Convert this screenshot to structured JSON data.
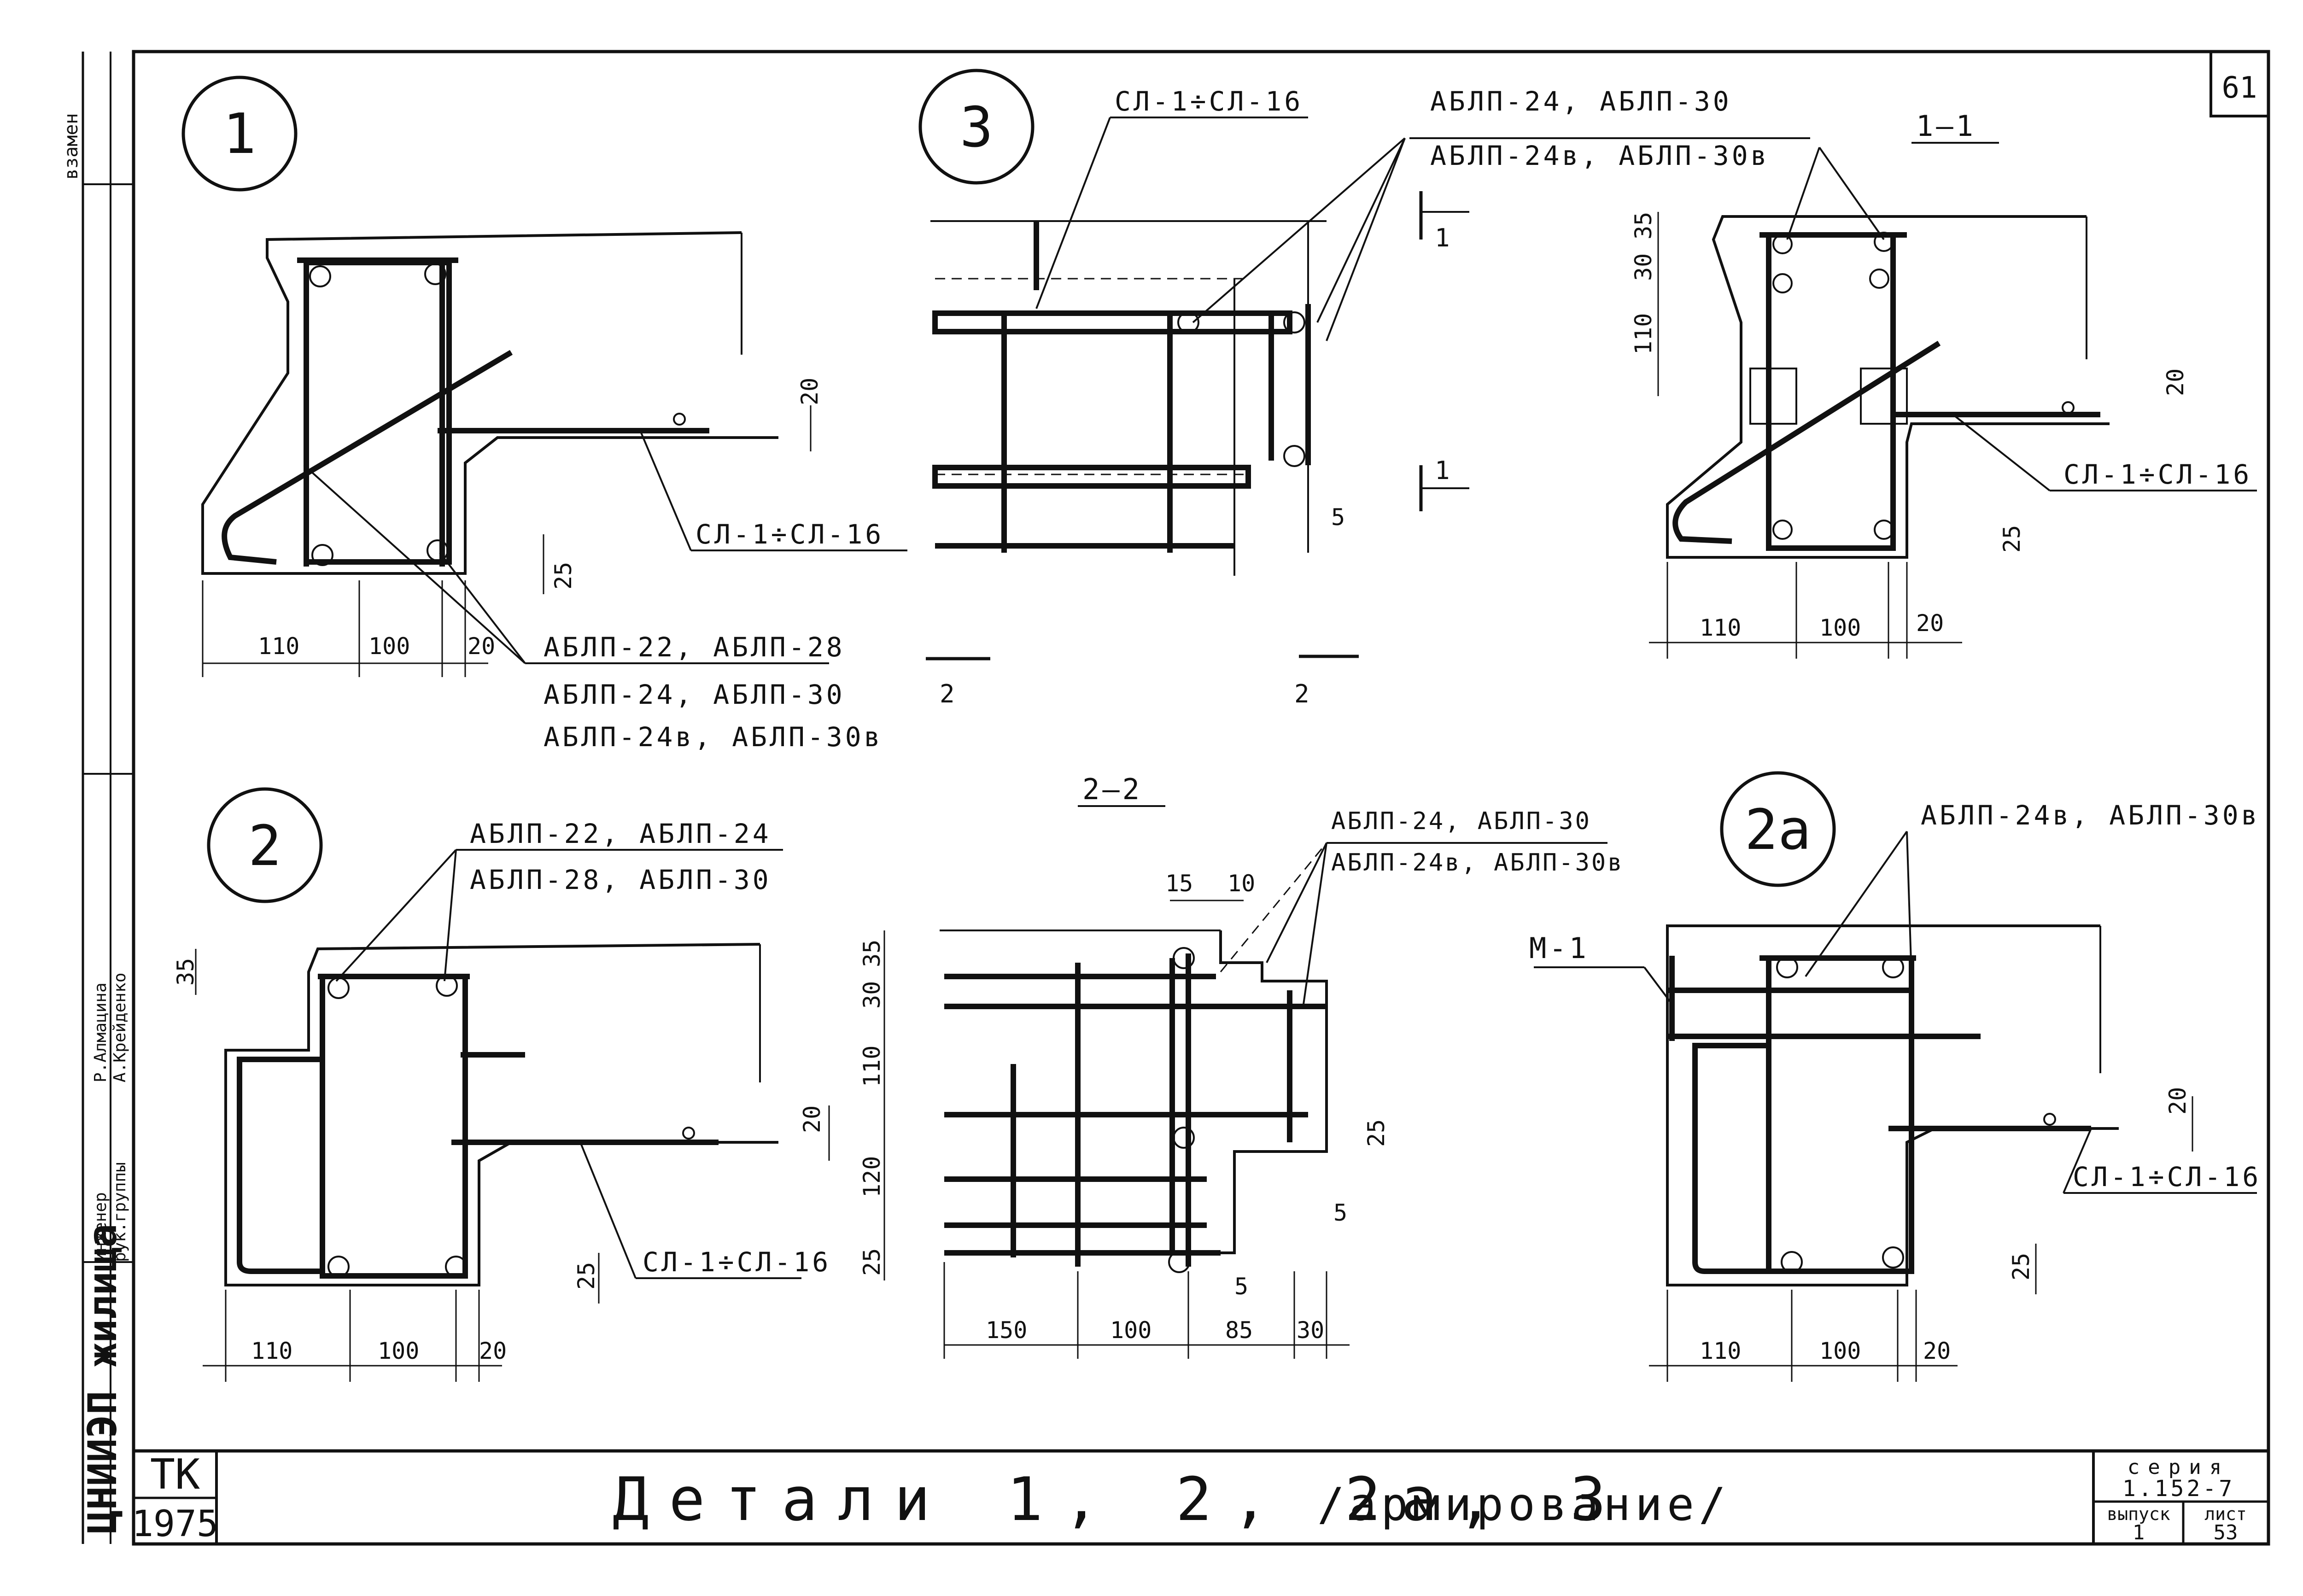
{
  "sheet_number": "61",
  "title_block": {
    "title": "Детали 1, 2, 2а, 3",
    "title_suffix": "/армирование/",
    "code": "ТК",
    "year": "1975",
    "series_label": "серия",
    "series_value": "1.152-7",
    "issue_label": "выпуск",
    "issue_value": "1",
    "sheet_label": "лист",
    "sheet_value": "53"
  },
  "side_stamp": {
    "org": "ЦНИИЭП жилища",
    "role1": "рук.группы",
    "name1": "Р.Алмацина",
    "role2": "инженер",
    "name2": "А.Крейденко",
    "top_fragment": "взамен"
  },
  "details": {
    "d1": {
      "bubble": "1",
      "label_sl": "СЛ-1÷СЛ-16",
      "label_ablp": [
        "АБЛП-22, АБЛП-28",
        "АБЛП-24, АБЛП-30",
        "АБЛП-24в, АБЛП-30в"
      ],
      "dims": {
        "a": "110",
        "b": "100",
        "c": "20",
        "d": "25",
        "e": "20"
      }
    },
    "d3": {
      "bubble": "3",
      "label_sl": "СЛ-1÷СЛ-16",
      "label_ablp": [
        "АБЛП-24,   АБЛП-30",
        "АБЛП-24в, АБЛП-30в"
      ],
      "cut_mark": "1",
      "cut_mark2": "2",
      "dim5": "5"
    },
    "s11": {
      "title": "1—1",
      "label_sl": "СЛ-1÷СЛ-16",
      "dims": {
        "a": "110",
        "b": "100",
        "c": "20",
        "v1": "35",
        "v2": "30",
        "v3": "110",
        "v4": "20",
        "v5": "25"
      }
    },
    "d2": {
      "bubble": "2",
      "label_ablp": [
        "АБЛП-22, АБЛП-24",
        "АБЛП-28, АБЛП-30"
      ],
      "label_sl": "СЛ-1÷СЛ-16",
      "dims": {
        "a": "110",
        "b": "100",
        "c": "20",
        "v1": "35",
        "v2": "20",
        "v3": "25"
      }
    },
    "s22": {
      "title": "2—2",
      "label_ablp": [
        "АБЛП-24, АБЛП-30",
        "АБЛП-24в, АБЛП-30в"
      ],
      "dims": {
        "h1": "150",
        "h2": "100",
        "h3": "85",
        "h4": "30",
        "t1": "15",
        "t2": "10",
        "v1": "35",
        "v2": "30",
        "v3": "110",
        "v4": "120",
        "v5": "25",
        "v6": "25",
        "v7": "5",
        "v8": "5"
      }
    },
    "d2a": {
      "bubble": "2а",
      "label_ablp": "АБЛП-24в, АБЛП-30в",
      "label_m": "М-1",
      "label_sl": "СЛ-1÷СЛ-16",
      "dims": {
        "a": "110",
        "b": "100",
        "c": "20",
        "v1": "20",
        "v2": "25"
      }
    }
  }
}
